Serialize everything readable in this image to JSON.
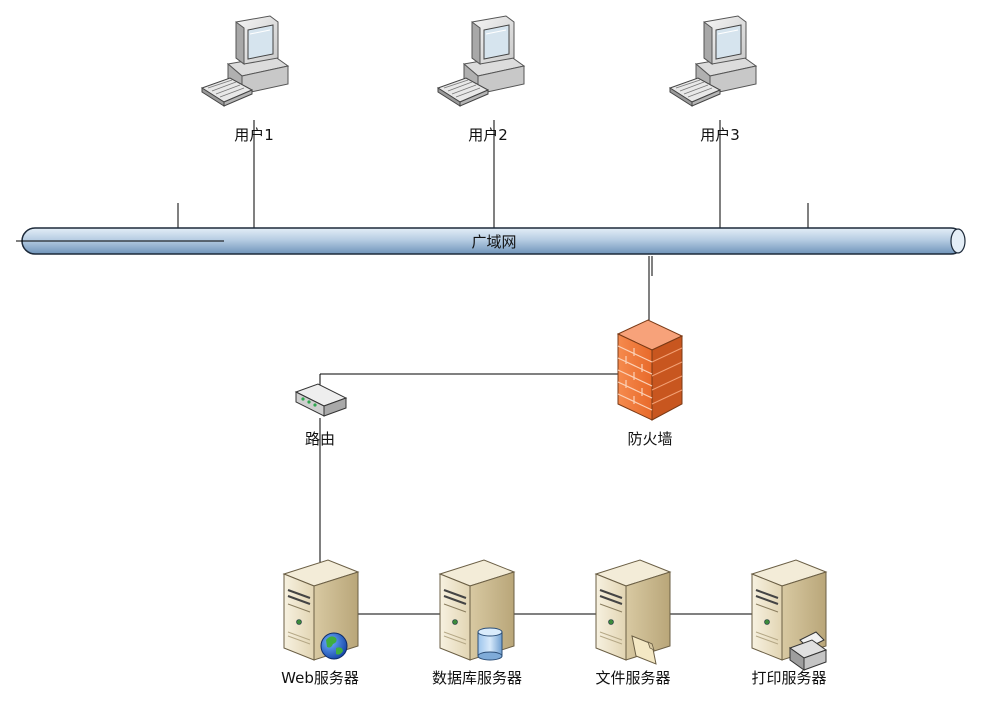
{
  "network": {
    "wan_label": "广域网",
    "users": [
      {
        "label": "用户1"
      },
      {
        "label": "用户2"
      },
      {
        "label": "用户3"
      }
    ],
    "router_label": "路由",
    "firewall_label": "防火墙",
    "servers": [
      {
        "label": "Web服务器",
        "badge": "globe-icon"
      },
      {
        "label": "数据库服务器",
        "badge": "database-icon"
      },
      {
        "label": "文件服务器",
        "badge": "document-icon"
      },
      {
        "label": "打印服务器",
        "badge": "printer-icon"
      }
    ]
  },
  "colors": {
    "pipe_light": "#cfe0ef",
    "pipe_dark": "#7a9cc0",
    "firewall": "#f0743a",
    "server_body": "#efe6cf"
  }
}
